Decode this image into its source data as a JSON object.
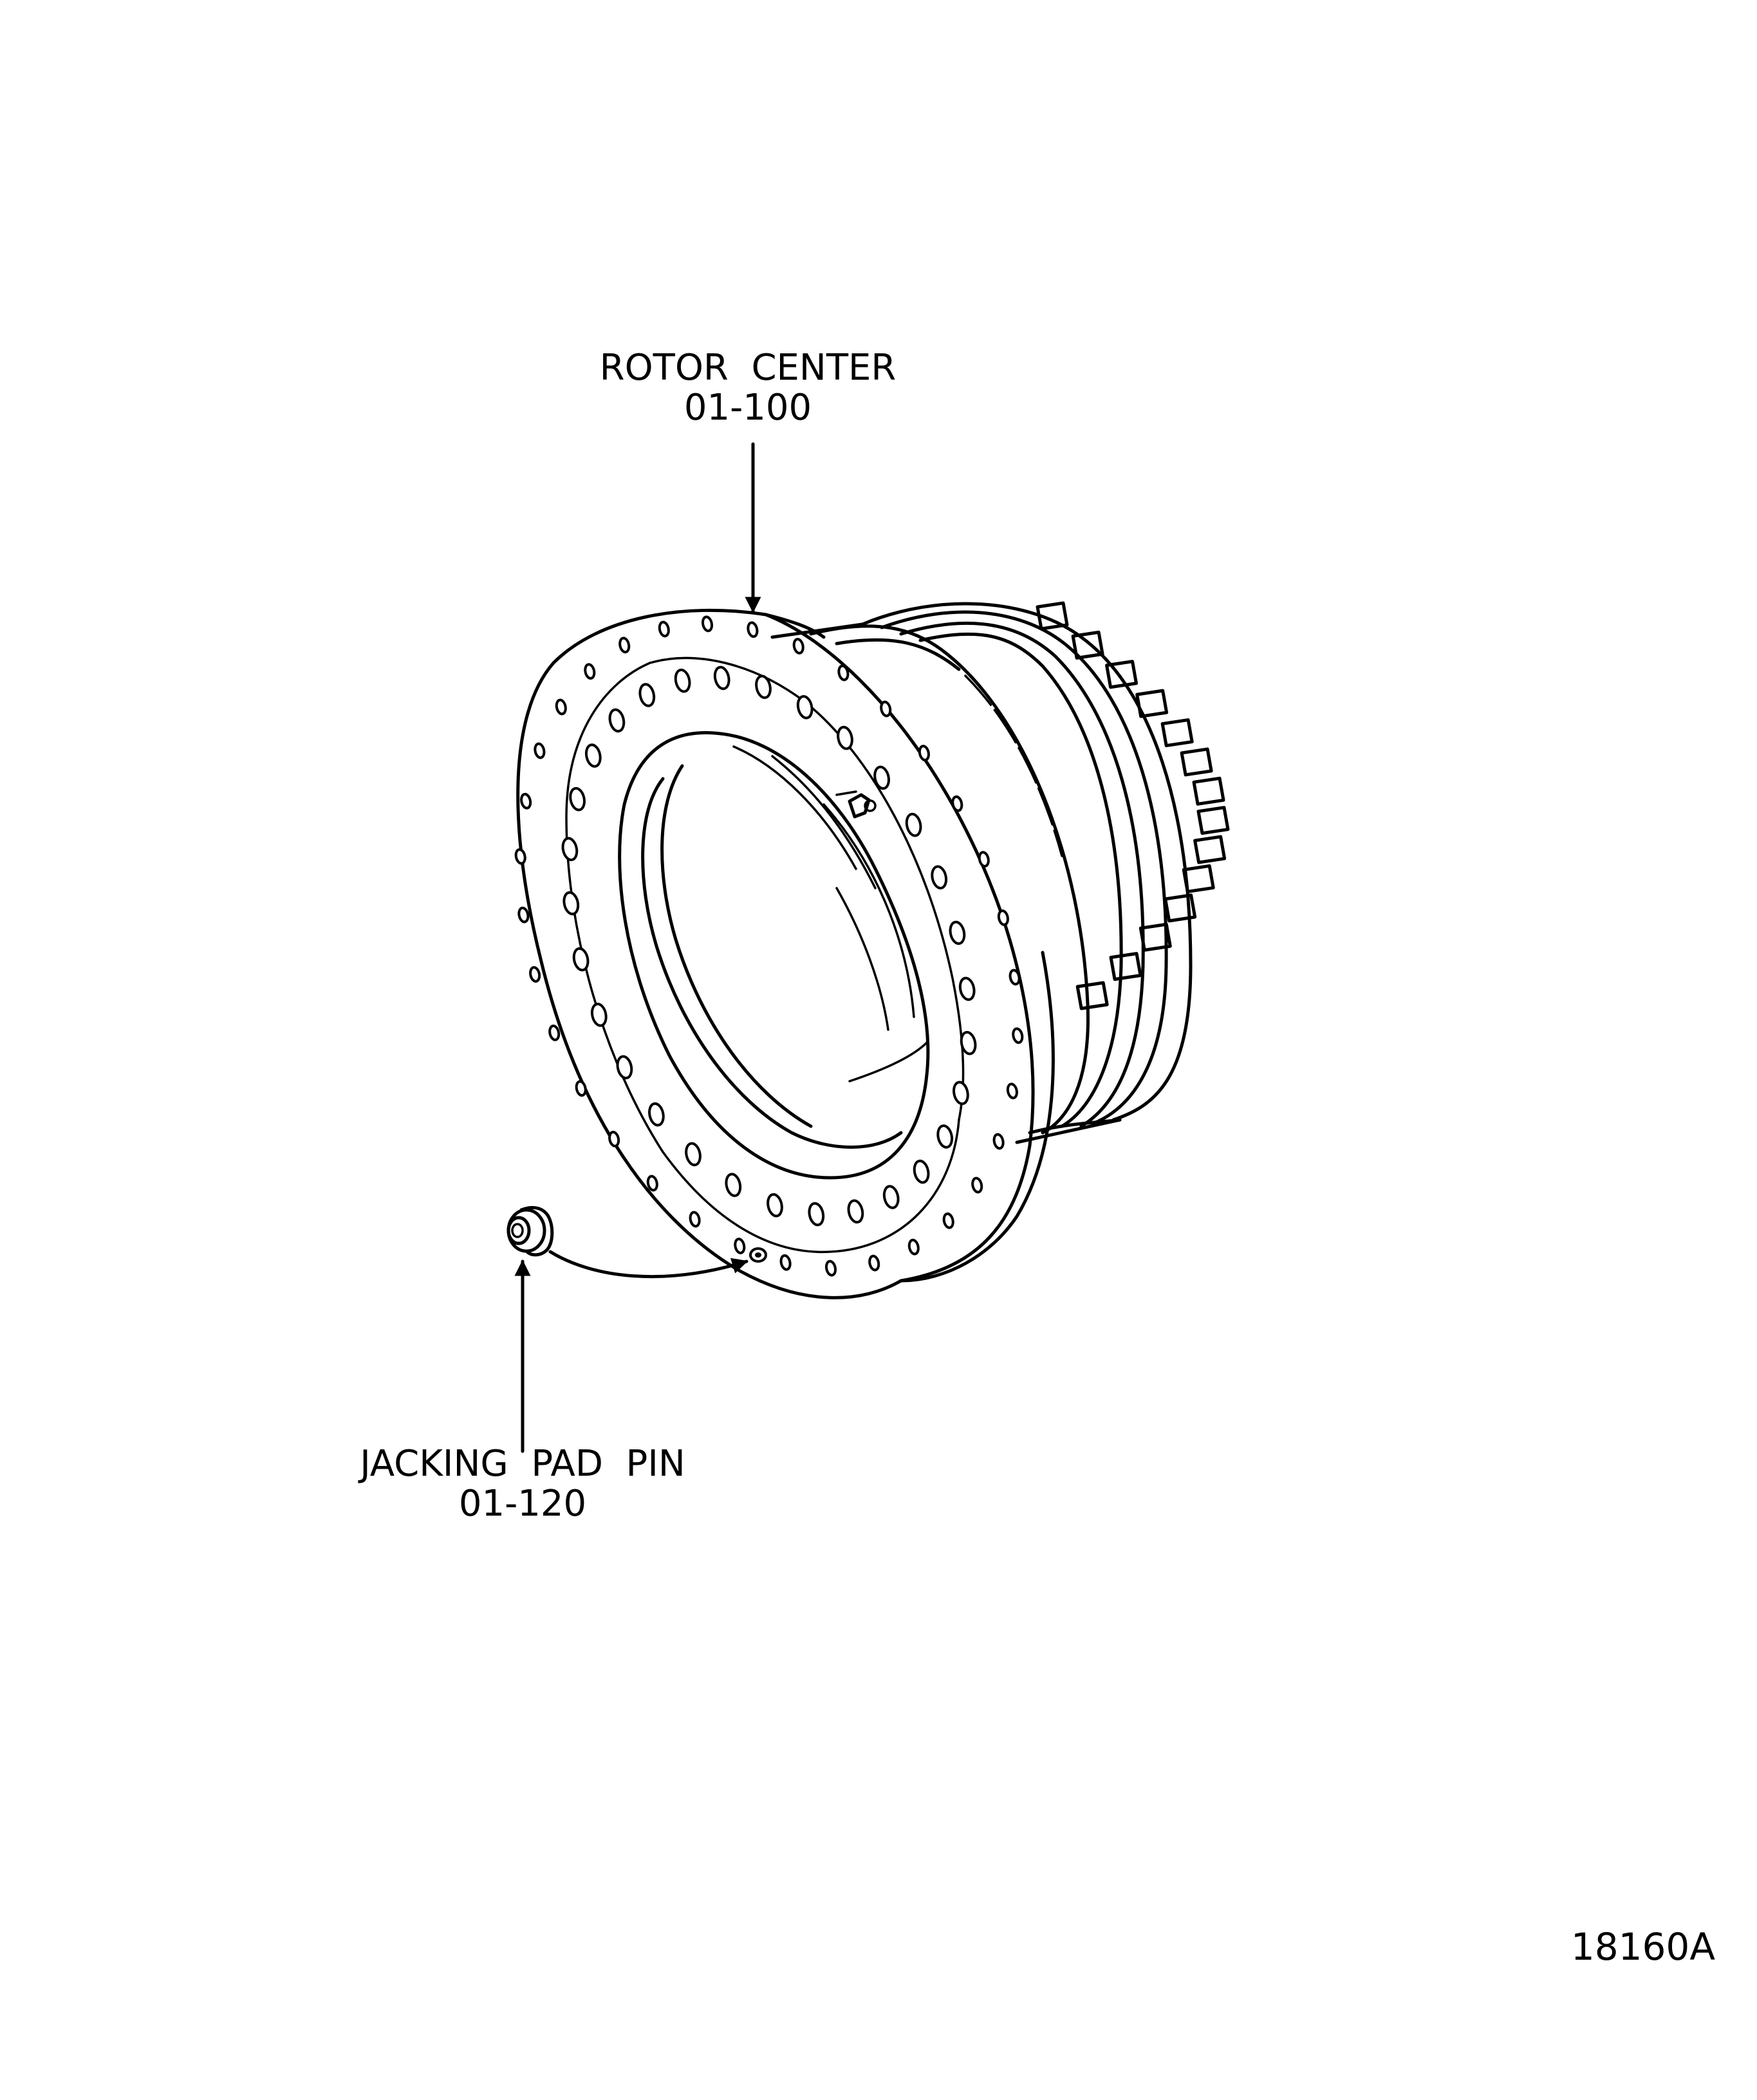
{
  "callouts": {
    "rotor_center": {
      "name": "ROTOR  CENTER",
      "part_number": "01-100"
    },
    "jacking_pad_pin": {
      "name": "JACKING  PAD  PIN",
      "part_number": "01-120"
    }
  },
  "figure_number": "18160A"
}
